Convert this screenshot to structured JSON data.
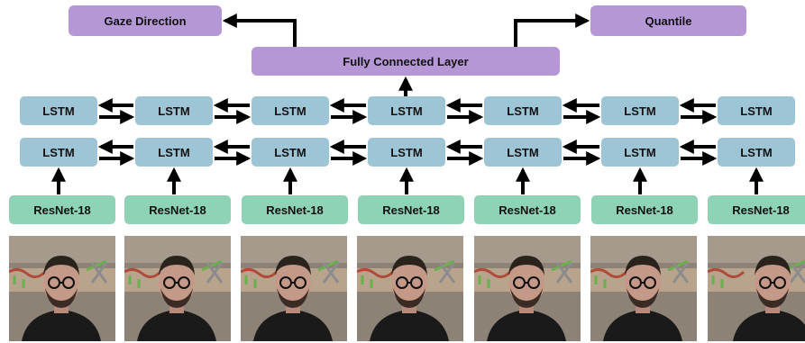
{
  "top": {
    "left_output": "Gaze Direction",
    "right_output": "Quantile",
    "fc": "Fully Connected Layer"
  },
  "lstm_label": "LSTM",
  "resnet_label": "ResNet-18",
  "frames": [
    "Input frame 1",
    "Input frame 2",
    "Input frame 3",
    "Input frame 4",
    "Input frame 5",
    "Input frame 6",
    "Input frame 7"
  ],
  "colors": {
    "output_box": "#b697d6",
    "lstm_box": "#9ec5d6",
    "resnet_box": "#8fd3b6",
    "arrow": "#000000"
  }
}
